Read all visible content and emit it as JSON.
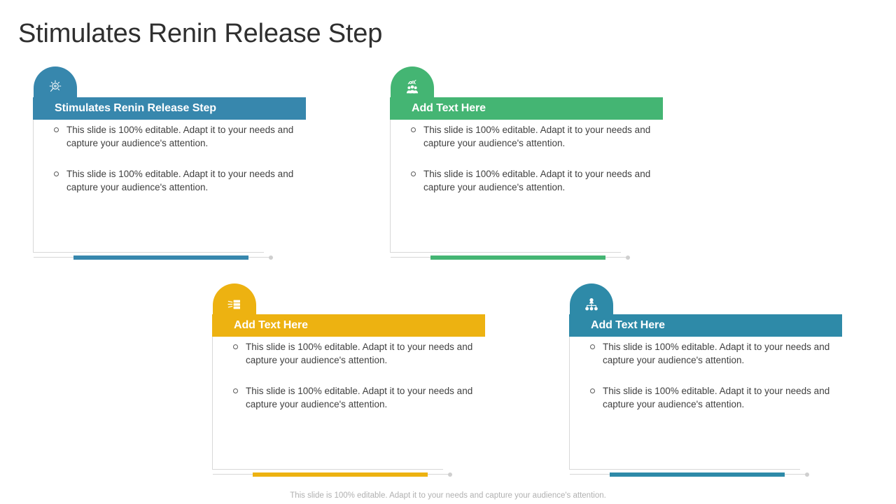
{
  "slide": {
    "title": "Stimulates Renin Release Step",
    "footer": "This slide is 100% editable. Adapt it to your needs and capture your audience's attention.",
    "background": "#ffffff",
    "title_color": "#2f2f2f",
    "footer_color": "#b0b0b0"
  },
  "palette": {
    "blue": "#3787ad",
    "green": "#44b573",
    "yellow": "#edb211",
    "teal": "#2e8aa8",
    "bullet_text": "#404040",
    "card_border": "#d8d8d8",
    "accent_line": "#d6d6d6",
    "accent_dot": "#cfcfcf"
  },
  "cards": [
    {
      "id": "card-1",
      "header": "Stimulates Renin Release Step",
      "color": "#3787ad",
      "icon": "magnifier-idea-icon",
      "bullets": [
        "This slide is 100% editable. Adapt it to your needs and capture your audience's attention.",
        "This slide is 100% editable. Adapt it to your needs and capture your audience's attention."
      ]
    },
    {
      "id": "card-2",
      "header": "Add Text Here",
      "color": "#44b573",
      "icon": "team-group-icon",
      "bullets": [
        "This slide is 100% editable. Adapt it to your needs and capture your audience's attention.",
        "This slide is 100% editable. Adapt it to your needs and capture your audience's attention."
      ]
    },
    {
      "id": "card-3",
      "header": "Add Text Here",
      "color": "#edb211",
      "icon": "server-database-icon",
      "bullets": [
        "This slide is 100% editable. Adapt it to your needs and capture your audience's attention.",
        "This slide is 100% editable. Adapt it to your needs and capture your audience's attention."
      ]
    },
    {
      "id": "card-4",
      "header": "Add Text Here",
      "color": "#2e8aa8",
      "icon": "org-chart-hierarchy-icon",
      "bullets": [
        "This slide is 100% editable. Adapt it to your needs and capture your audience's attention.",
        "This slide is 100% editable. Adapt it to your needs and capture your audience's attention."
      ]
    }
  ]
}
